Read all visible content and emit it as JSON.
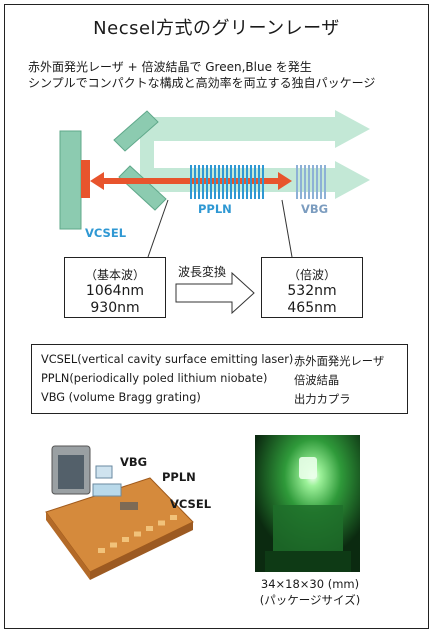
{
  "title": "Necsel方式のグリーンレーザ",
  "subtitle_lines": [
    "赤外面発光レーザ + 倍波結晶で Green,Blue を発生",
    "シンプルでコンパクトな構成と高効率を両立する独自パッケージ"
  ],
  "diagram": {
    "labels": {
      "vcsel": "VCSEL",
      "ppln": "PPLN",
      "vbg": "VBG"
    },
    "fundamental": {
      "heading": "（基本波）",
      "values": [
        "1064nm",
        "930nm"
      ]
    },
    "conversion_label": "波長変換",
    "harmonic": {
      "heading": "（倍波）",
      "values": [
        "532nm",
        "465nm"
      ]
    }
  },
  "legend": [
    {
      "term": "VCSEL(vertical cavity surface emitting laser)",
      "meaning": "赤外面発光レーザ"
    },
    {
      "term": "PPLN(periodically poled lithium niobate)",
      "meaning": "倍波結晶"
    },
    {
      "term": "VBG (volume Bragg grating)",
      "meaning": "出力カプラ"
    }
  ],
  "package_photo": {
    "labels": {
      "vbg": "VBG",
      "ppln": "PPLN",
      "vcsel": "VCSEL"
    }
  },
  "caption": {
    "size": "34×18×30 (mm)",
    "note": "(パッケージサイズ)"
  },
  "colors": {
    "laser_red": "#e8542d",
    "green_beam": "#bfe6d2",
    "component_green": "#8ccbb0",
    "ppln_blue": "#2f98d3",
    "vbg_blue": "#8db1d6"
  }
}
